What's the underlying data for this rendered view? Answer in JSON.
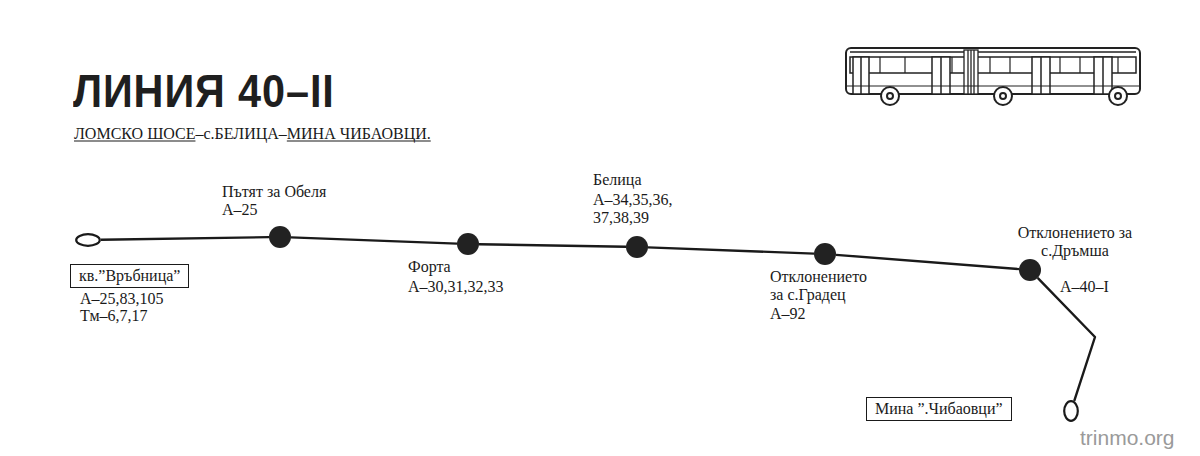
{
  "diagram": {
    "title": "ЛИНИЯ 40–II",
    "nodes": [
      {
        "text": [
          "кв.”Връбница”",
          "А–25,83,105",
          "Тм–6,7,17"
        ]
      },
      {
        "text": [
          "Пътят за Обеля",
          "А–25"
        ]
      },
      {
        "text": [
          "Форта",
          "А–30,31,32,33"
        ]
      },
      {
        "text": [
          "Белица",
          "А–34,35,36, 37,38,39"
        ]
      },
      {
        "text": [
          "Отклонението за с.Градец",
          "А–92"
        ]
      },
      {
        "text": [
          "Отклонението за с.Дръмша",
          "А–40–I"
        ]
      },
      {
        "text": [
          "Мина ”.Чибаовци”"
        ]
      }
    ],
    "edges": [
      {
        "from": 0,
        "to": 1,
        "arrow": "none"
      },
      {
        "from": 1,
        "to": 2,
        "arrow": "none"
      },
      {
        "from": 2,
        "to": 3,
        "arrow": "none"
      },
      {
        "from": 3,
        "to": 4,
        "arrow": "none"
      },
      {
        "from": 4,
        "to": 5,
        "arrow": "none"
      },
      {
        "from": 5,
        "to": 6,
        "arrow": "none"
      }
    ],
    "labels": [
      "ЛОМСКО ШОСЕ–с.БЕЛИЦА–МИНА ЧИБАОВЦИ.",
      "trinmo.org"
    ]
  }
}
